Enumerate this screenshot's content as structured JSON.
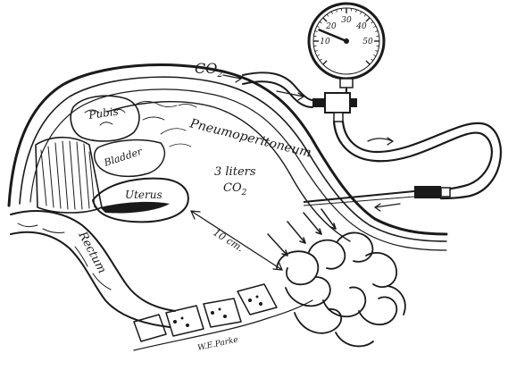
{
  "labels": {
    "co2_inlet": "CO",
    "co2_inlet_sub": "2",
    "pubis": "Pubis",
    "bladder": "Bladder",
    "pneumoperitoneum": "Pneumoperitoneum",
    "volume_line1": "3 liters",
    "volume_line2": "CO",
    "volume_sub": "2",
    "uterus": "Uterus",
    "rectum": "Rectum",
    "distance": "10 cm.",
    "signature": "W.E.Parke"
  },
  "gauge": {
    "ticks": [
      "10",
      "20",
      "30",
      "40",
      "50"
    ],
    "needle_value": 15,
    "scale_min": 0,
    "scale_max": 60
  }
}
